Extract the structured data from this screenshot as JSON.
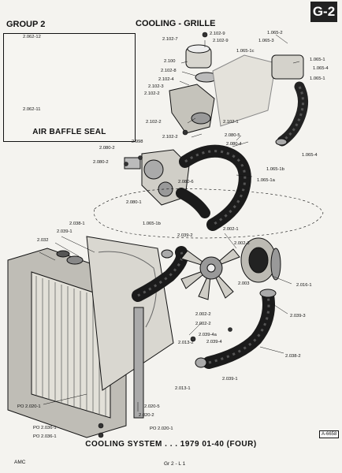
{
  "header": {
    "group": "GROUP 2",
    "title": "COOLING - GRILLE",
    "page_tab": "G-2"
  },
  "inset": {
    "title": "AIR BAFFLE SEAL",
    "labels": [
      "2.062-12",
      "2.062-11"
    ]
  },
  "part_labels": {
    "p1": "2.102-7",
    "p2": "2.102-9",
    "p3": "2.102-9",
    "p4": "2.100",
    "p5": "2.102-8",
    "p6": "2.102-4",
    "p7": "2.102-3",
    "p8": "2.102-2",
    "p9": "1.065-2",
    "p10": "1.065-3",
    "p11": "1.065-1c",
    "p12": "1.065-1",
    "p13": "1.065-4",
    "p14": "1.065-1",
    "p15": "2.102-2",
    "p16": "2.102-1",
    "p17": "2.102-2",
    "p18": "2.080-5",
    "p19": "2.080-4",
    "p20": "2.998",
    "p21": "2.080-2",
    "p22": "2.080-2",
    "p23": "1.065-4",
    "p24": "1.065-1b",
    "p25": "1.065-1a",
    "p26": "2.080-6",
    "p27": "2.080-1",
    "p28": "1.065-1b",
    "p29": "2.038-1",
    "p30": "2.039-1",
    "p31": "2.032",
    "p32": "2.039-2",
    "p33": "2.002-1",
    "p34": "2.002-3",
    "p35": "2.003",
    "p36": "2.016-1",
    "p37": "2.002-2",
    "p38": "2.002-2",
    "p39": "2.039-3",
    "p40": "2.039-4a",
    "p41": "2.039-4",
    "p42": "2.013-2",
    "p43": "2.038-2",
    "p44": "2.039-1",
    "p45": "2.013-1",
    "p46": "PO 2.020-1",
    "p47": "2.020-5",
    "p48": "2.020-2",
    "p49": "PO 2.036-1",
    "p50": "PO 2.036-1",
    "p51": "PO 2.020-1"
  },
  "caption": "COOLING SYSTEM . . . 1979  01-40 (FOUR)",
  "reference": "A-6658",
  "footer": {
    "brand": "AMC",
    "page": "Gr 2 - L 1"
  }
}
